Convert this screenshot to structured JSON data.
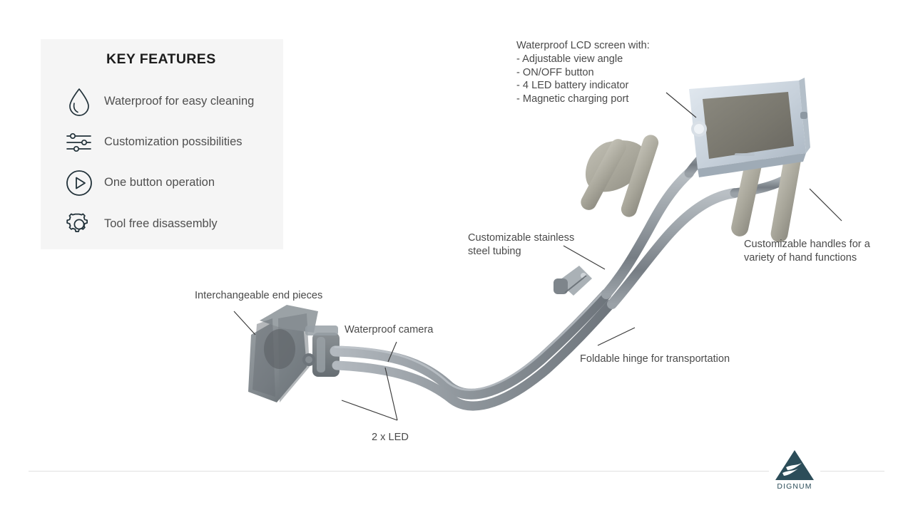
{
  "slide": {
    "background_color": "#ffffff",
    "text_color": "#4a4a4a"
  },
  "features_panel": {
    "title": "KEY FEATURES",
    "background_color": "#f5f5f5",
    "items": [
      {
        "icon": "water-drop-icon",
        "label": "Waterproof for easy cleaning"
      },
      {
        "icon": "sliders-icon",
        "label": "Customization possibilities"
      },
      {
        "icon": "play-circle-icon",
        "label": "One button operation"
      },
      {
        "icon": "gear-icon",
        "label": "Tool free disassembly"
      }
    ]
  },
  "callouts": {
    "lcd_screen": "Waterproof LCD screen with:\n- Adjustable view angle\n- ON/OFF button\n- 4 LED battery indicator\n- Magnetic charging port",
    "handles": "Customizable handles for a\nvariety of hand functions",
    "tubing": "Customizable stainless\nsteel tubing",
    "end_pieces": "Interchangeable end pieces",
    "camera": "Waterproof camera",
    "hinge": "Foldable hinge for transportation",
    "led": "2 x LED"
  },
  "product": {
    "alt": "walking-aid-device-photo",
    "tubing_color": "#8e959b",
    "handle_color": "#a9a79c",
    "screen_bezel_color": "#c8d2dc",
    "screen_color": "#7c7a72",
    "end_piece_color": "#7e858a"
  },
  "footer": {
    "logo_name": "DIGNUM",
    "logo_color": "#2c4d59",
    "divider_color": "#e0e0e0"
  }
}
